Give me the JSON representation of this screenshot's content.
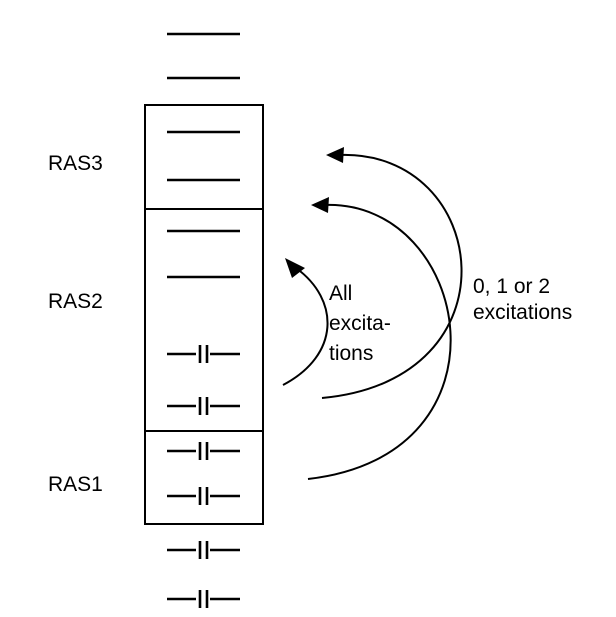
{
  "spaces": [
    {
      "key": "ras3",
      "label": "RAS3"
    },
    {
      "key": "ras2",
      "label": "RAS2"
    },
    {
      "key": "ras1",
      "label": "RAS1"
    }
  ],
  "orbitals": [
    {
      "space": "virtual",
      "occupied": false
    },
    {
      "space": "virtual",
      "occupied": false
    },
    {
      "space": "RAS3",
      "occupied": false
    },
    {
      "space": "RAS3",
      "occupied": false
    },
    {
      "space": "RAS2",
      "occupied": false
    },
    {
      "space": "RAS2",
      "occupied": false
    },
    {
      "space": "RAS2",
      "occupied": true
    },
    {
      "space": "RAS2",
      "occupied": true
    },
    {
      "space": "RAS1",
      "occupied": true
    },
    {
      "space": "RAS1",
      "occupied": true
    },
    {
      "space": "inactive",
      "occupied": true
    },
    {
      "space": "inactive",
      "occupied": true
    }
  ],
  "annotations": {
    "inner": [
      "All",
      "excita-",
      "tions"
    ],
    "outer": [
      "0, 1 or 2",
      "excitations"
    ]
  }
}
